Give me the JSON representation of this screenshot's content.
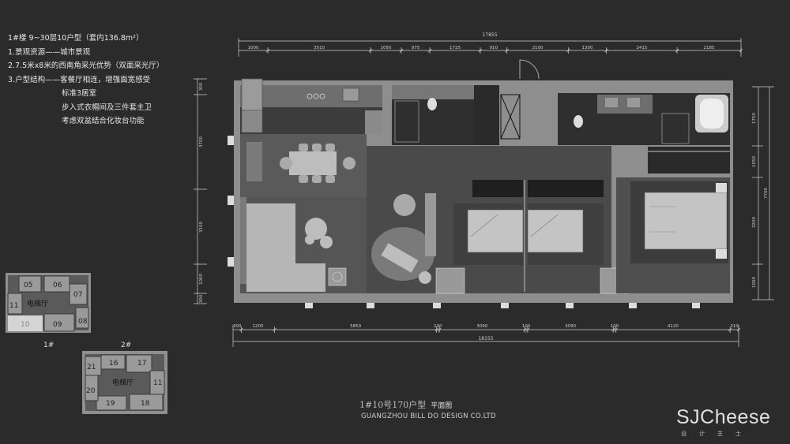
{
  "notes": [
    "1#楼 9~30层10户型（套内136.8m²）",
    "1.景观资源——城市景观",
    "2.7.5米x8米的西南角采光优势（双面采光厅）",
    "3.户型结构——客餐厅相连，增强面宽感受",
    "标准3居室",
    "步入式衣帽间及三件套主卫",
    "考虑双盆结合化妆台功能"
  ],
  "top_dims": {
    "total": "17855",
    "segments": [
      "1000",
      "3510",
      "1050",
      "975",
      "1725",
      "910",
      "2100",
      "1300",
      "2415",
      "2185"
    ]
  },
  "bottom_dims": {
    "total": "18155",
    "segments": [
      "300",
      "1200",
      "5850",
      "100",
      "3090",
      "100",
      "3090",
      "100",
      "4120",
      "310"
    ]
  },
  "left_dims": [
    "300",
    "3700",
    "3100",
    "1000",
    "300"
  ],
  "right_dims": {
    "total": "7700",
    "segments": [
      "1750",
      "1050",
      "3200",
      "1000"
    ]
  },
  "keyplan1": {
    "label": "1#",
    "hall": "电梯厅",
    "units": [
      "05",
      "06",
      "07",
      "08",
      "09",
      "10",
      "11"
    ]
  },
  "keyplan2": {
    "label": "2#",
    "hall": "电梯厅",
    "units": [
      "16",
      "17",
      "11",
      "18",
      "19",
      "20",
      "21"
    ]
  },
  "title": "1#10号170户型",
  "title_suffix": "平面图",
  "company": "GUANGZHOU BILL DO DESIGN CO.LTD",
  "brand": "SJCheese",
  "brand_sub": "设计芝士"
}
